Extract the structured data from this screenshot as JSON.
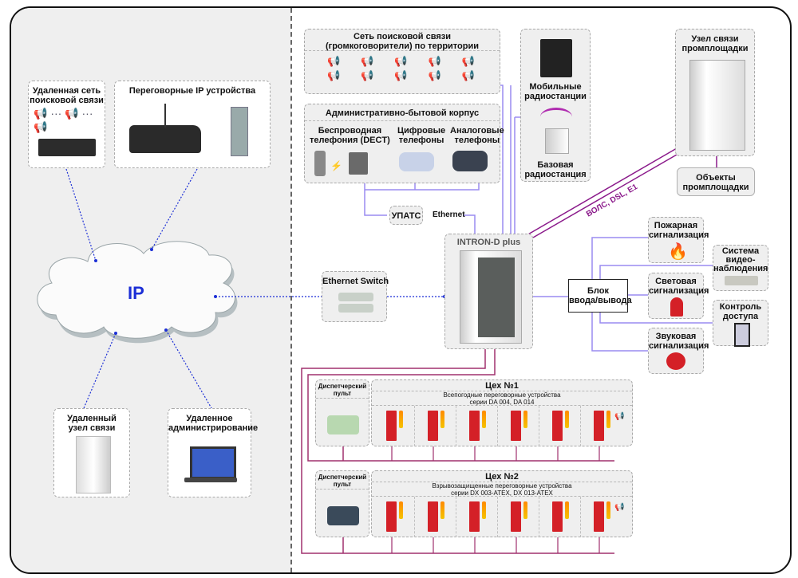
{
  "diagram": {
    "left_zone": {
      "ip_cloud": {
        "label": "IP"
      },
      "remote_paging": {
        "title_l1": "Удаленная сеть",
        "title_l2": "поисковой связи"
      },
      "ip_intercoms": {
        "title": "Переговорные IP устройства"
      },
      "remote_node": {
        "title_l1": "Удаленный",
        "title_l2": "узел связи"
      },
      "remote_admin": {
        "title_l1": "Удаленное",
        "title_l2": "администрирование"
      }
    },
    "paging_network": {
      "title_l1": "Сеть поисковой связи",
      "title_l2": "(громкоговорители) по территории"
    },
    "admin_building": {
      "title": "Административно-бытовой корпус",
      "dect": {
        "l1": "Беспроводная",
        "l2": "телефония (DECT)"
      },
      "digital": {
        "l1": "Цифровые",
        "l2": "телефоны"
      },
      "analog": {
        "l1": "Аналоговые",
        "l2": "телефоны"
      }
    },
    "pbx": {
      "label": "УПАТС",
      "link_label": "Ethernet"
    },
    "radio": {
      "mobile": {
        "l1": "Мобильные",
        "l2": "радиостанции"
      },
      "base": {
        "l1": "Базовая",
        "l2": "радиостанция"
      }
    },
    "site_node": {
      "title_l1": "Узел связи",
      "title_l2": "промплощадки"
    },
    "site_objects": {
      "l1": "Объекты",
      "l2": "промплощадки"
    },
    "trunk_label": "ВОЛС, DSL, E1",
    "ethernet_switch": {
      "title": "Ethernet Switch"
    },
    "core": {
      "title": "INTRON-D plus"
    },
    "io_block": {
      "l1": "Блок",
      "l2": "ввода/вывода"
    },
    "io_devices": {
      "fire": {
        "l1": "Пожарная",
        "l2": "сигнализация"
      },
      "video": {
        "l1": "Система",
        "l2": "видео-",
        "l3": "наблюдения"
      },
      "light": {
        "l1": "Световая",
        "l2": "сигнализация"
      },
      "access": {
        "l1": "Контроль",
        "l2": "доступа"
      },
      "sound": {
        "l1": "Звуковая",
        "l2": "сигнализация"
      }
    },
    "workshops": [
      {
        "dispatcher_l1": "Диспетчерский",
        "dispatcher_l2": "пульт",
        "title": "Цех №1",
        "subtitle_l1": "Всепогодные переговорные устройства",
        "subtitle_l2": "серии DA 004, DA 014",
        "devices": 6
      },
      {
        "dispatcher_l1": "Диспетчерский",
        "dispatcher_l2": "пульт",
        "title": "Цех №2",
        "subtitle_l1": "Взрывозащищенные переговорные устройства",
        "subtitle_l2": "серии DX 003-ATEX, DX 013-ATEX",
        "devices": 6
      }
    ],
    "colors": {
      "ip_link": "#1c2fd6",
      "lan_link": "#9a8cf0",
      "trunk_link": "#8b1a8b",
      "field_link": "#a0306e",
      "device_red": "#d42027"
    }
  }
}
